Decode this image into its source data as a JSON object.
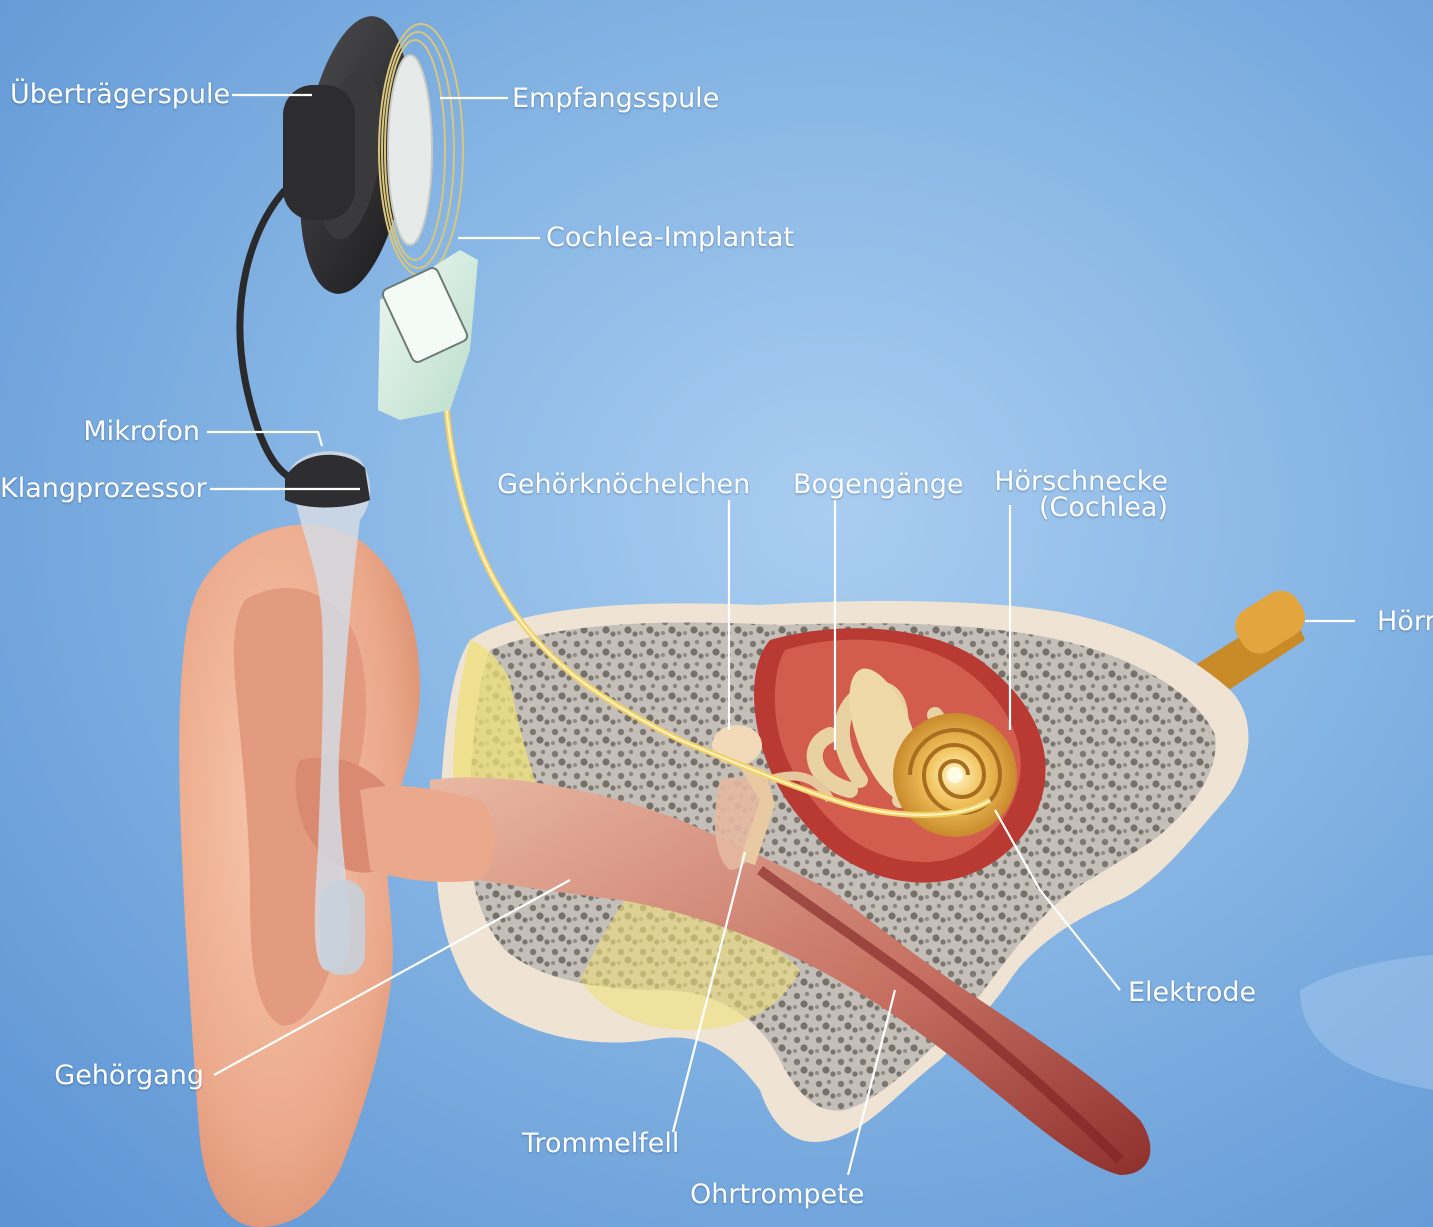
{
  "labels": {
    "uebertraegerspule": "Überträgerspule",
    "empfangsspule": "Empfangsspule",
    "cochlea_implantat": "Cochlea-Implantat",
    "mikrofon": "Mikrofon",
    "klangprozessor": "Klangprozessor",
    "gehoerknoechelchen": "Gehörknöchelchen",
    "bogengaenge": "Bogengänge",
    "hoerschnecke_line1": "Hörschnecke",
    "hoerschnecke_line2": "(Cochlea)",
    "hoernerv_partial": "Hörr",
    "elektrode": "Elektrode",
    "gehoergang": "Gehörgang",
    "trommelfell": "Trommelfell",
    "ohrtrompete": "Ohrtrompete"
  },
  "colors": {
    "background": "#86b5e4",
    "skin": "#f2b79a",
    "bone": "#f4eadf",
    "spongy_bone": "#b9b4ae",
    "canal": "#c9766a",
    "cochlea": "#e8b55a",
    "device_dark": "#2f2f31",
    "implant_body": "#d7eee0"
  }
}
